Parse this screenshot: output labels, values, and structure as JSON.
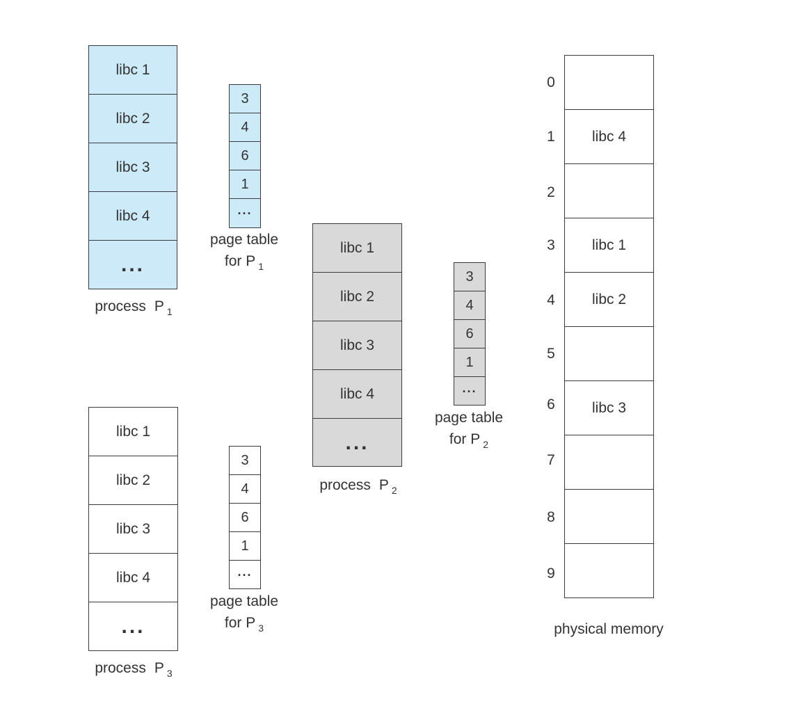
{
  "colors": {
    "p1_fill": "#cdeaf8",
    "p2_fill": "#d9d9d9",
    "p3_fill": "#ffffff",
    "memory_fill": "#ffffff",
    "border": "#3a3a3a"
  },
  "process_p1": {
    "pages": [
      "libc 1",
      "libc 2",
      "libc 3",
      "libc 4"
    ],
    "more": "...",
    "label": "process",
    "name": "P",
    "sub": "1"
  },
  "process_p2": {
    "pages": [
      "libc 1",
      "libc 2",
      "libc 3",
      "libc 4"
    ],
    "more": "...",
    "label": "process",
    "name": "P",
    "sub": "2"
  },
  "process_p3": {
    "pages": [
      "libc 1",
      "libc 2",
      "libc 3",
      "libc 4"
    ],
    "more": "...",
    "label": "process",
    "name": "P",
    "sub": "3"
  },
  "page_table_p1": {
    "entries": [
      "3",
      "4",
      "6",
      "1"
    ],
    "more": "···",
    "label_line1": "page table",
    "label_line2": "for P",
    "sub": "1"
  },
  "page_table_p2": {
    "entries": [
      "3",
      "4",
      "6",
      "1"
    ],
    "more": "···",
    "label_line1": "page table",
    "label_line2": "for P",
    "sub": "2"
  },
  "page_table_p3": {
    "entries": [
      "3",
      "4",
      "6",
      "1"
    ],
    "more": "···",
    "label_line1": "page table",
    "label_line2": "for P",
    "sub": "3"
  },
  "physical_memory": {
    "label": "physical memory",
    "frame_numbers": [
      "0",
      "1",
      "2",
      "3",
      "4",
      "5",
      "6",
      "7",
      "8",
      "9"
    ],
    "frames": [
      "",
      "libc 4",
      "",
      "libc 1",
      "libc 2",
      "",
      "libc 3",
      "",
      "",
      ""
    ]
  }
}
